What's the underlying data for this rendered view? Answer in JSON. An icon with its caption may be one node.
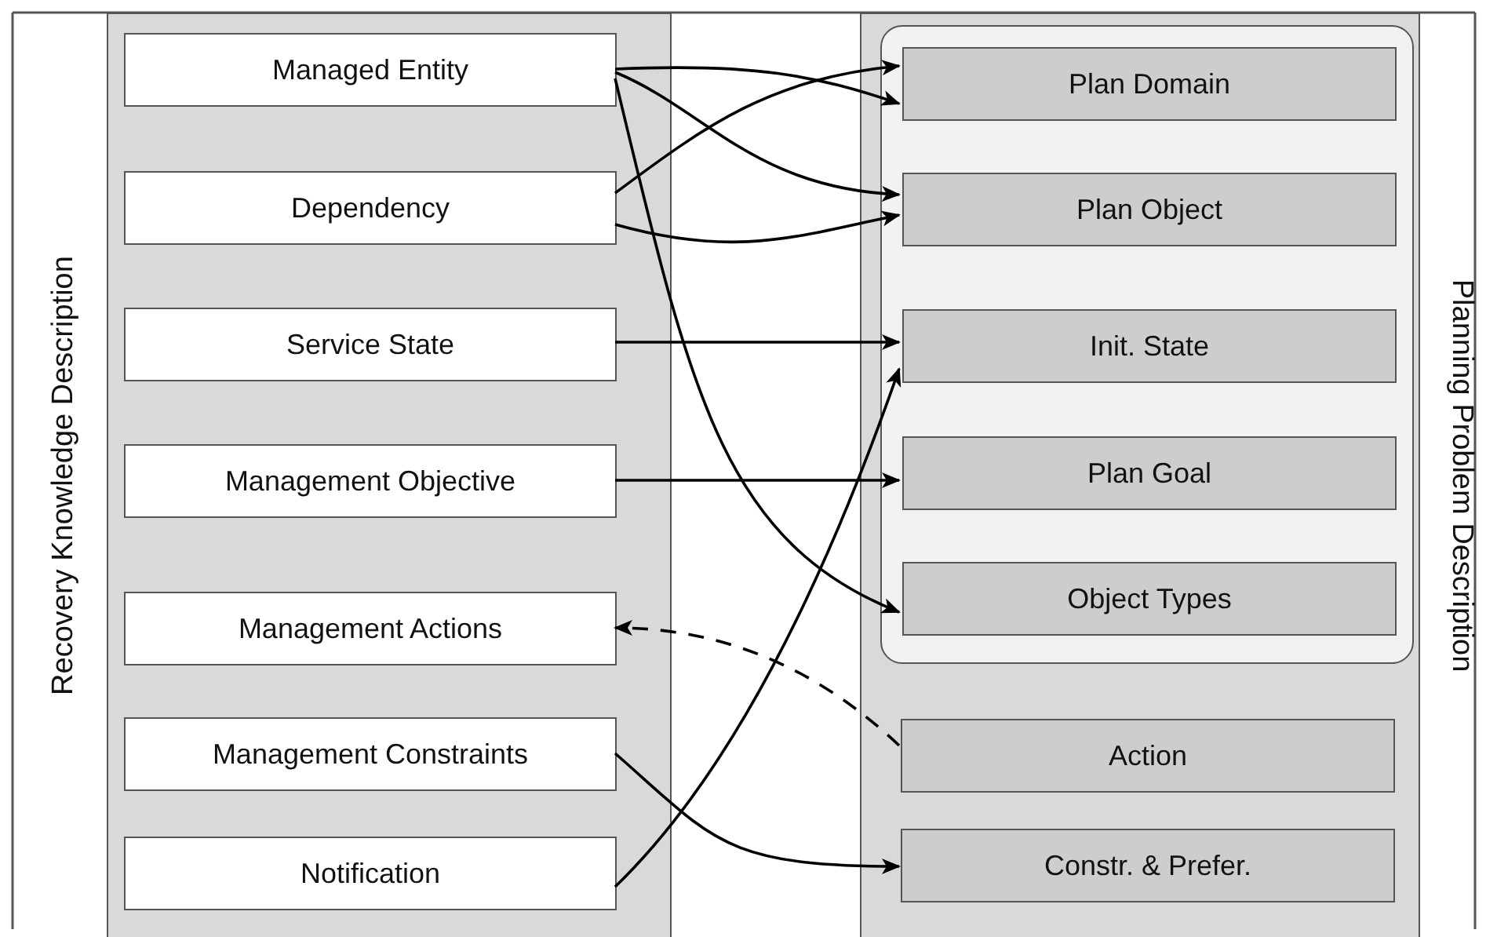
{
  "diagram": {
    "nodes": [
      {
        "text": [
          "Recovery Knowledge Description"
        ]
      },
      {
        "text": [
          "Managed Entity"
        ],
        "in": 0
      },
      {
        "text": [
          "Dependency"
        ],
        "in": 0
      },
      {
        "text": [
          "Service State"
        ],
        "in": 0
      },
      {
        "text": [
          "Management Objective"
        ],
        "in": 0
      },
      {
        "text": [
          "Management Actions"
        ],
        "in": 0
      },
      {
        "text": [
          "Management Constraints"
        ],
        "in": 0
      },
      {
        "text": [
          "Notification"
        ],
        "in": 0
      },
      {
        "text": [
          "Planning Problem Description"
        ]
      },
      {
        "text": [],
        "shape": "box",
        "in": 8
      },
      {
        "text": [
          "Plan Domain"
        ],
        "in": 9
      },
      {
        "text": [
          "Plan Object"
        ],
        "in": 9
      },
      {
        "text": [
          "Init. State"
        ],
        "in": 9
      },
      {
        "text": [
          "Plan Goal"
        ],
        "in": 9
      },
      {
        "text": [
          "Object Types"
        ],
        "in": 9
      },
      {
        "text": [
          "Action"
        ],
        "in": 8
      },
      {
        "text": [
          "Constr. & Prefer."
        ],
        "in": 8
      }
    ],
    "edges": [
      {
        "from": 1,
        "to": 10,
        "arrow": "to"
      },
      {
        "from": 1,
        "to": 11,
        "arrow": "to"
      },
      {
        "from": 1,
        "to": 14,
        "arrow": "to"
      },
      {
        "from": 2,
        "to": 10,
        "arrow": "to"
      },
      {
        "from": 2,
        "to": 11,
        "arrow": "to"
      },
      {
        "from": 3,
        "to": 12,
        "arrow": "to"
      },
      {
        "from": 4,
        "to": 13,
        "arrow": "to"
      },
      {
        "from": 15,
        "to": 5,
        "arrow": "to",
        "style": "dashed"
      },
      {
        "from": 6,
        "to": 16,
        "arrow": "to"
      },
      {
        "from": 7,
        "to": 12,
        "arrow": "to"
      }
    ]
  }
}
